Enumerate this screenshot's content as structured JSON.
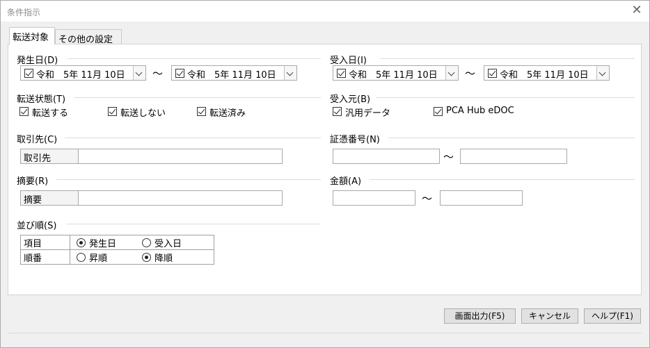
{
  "window": {
    "title": "条件指示",
    "close_glyph": "✕"
  },
  "tabs": [
    {
      "label": "転送対象",
      "active": true
    },
    {
      "label": "その他の設定",
      "active": false
    }
  ],
  "sections": {
    "hasseibi": {
      "label": "発生日(D)",
      "from": {
        "checked": true,
        "text": "令和　5年 11月 10日"
      },
      "to": {
        "checked": true,
        "text": "令和　5年 11月 10日"
      },
      "separator": "～"
    },
    "ukeirebi": {
      "label": "受入日(I)",
      "from": {
        "checked": true,
        "text": "令和　5年 11月 10日"
      },
      "to": {
        "checked": true,
        "text": "令和　5年 11月 10日"
      },
      "separator": "～"
    },
    "status": {
      "label": "転送状態(T)",
      "options": [
        {
          "label": "転送する",
          "checked": true
        },
        {
          "label": "転送しない",
          "checked": true
        },
        {
          "label": "転送済み",
          "checked": true
        }
      ]
    },
    "source": {
      "label": "受入元(B)",
      "options": [
        {
          "label": "汎用データ",
          "checked": true
        },
        {
          "label": "PCA Hub eDOC",
          "checked": true
        }
      ]
    },
    "torihiki": {
      "label": "取引先(C)",
      "field_label": "取引先",
      "value": ""
    },
    "shohyo": {
      "label": "証憑番号(N)",
      "from": "",
      "to": "",
      "separator": "～"
    },
    "tekiyo": {
      "label": "摘要(R)",
      "field_label": "摘要",
      "value": ""
    },
    "kingaku": {
      "label": "金額(A)",
      "from": "",
      "to": "",
      "separator": "～"
    },
    "sort": {
      "label": "並び順(S)",
      "rows": [
        {
          "header": "項目",
          "options": [
            {
              "label": "発生日",
              "selected": true
            },
            {
              "label": "受入日",
              "selected": false
            }
          ]
        },
        {
          "header": "順番",
          "options": [
            {
              "label": "昇順",
              "selected": false
            },
            {
              "label": "降順",
              "selected": true
            }
          ]
        }
      ]
    }
  },
  "buttons": {
    "print": "画面出力(F5)",
    "cancel": "キャンセル",
    "help": "ヘルプ(F1)"
  }
}
